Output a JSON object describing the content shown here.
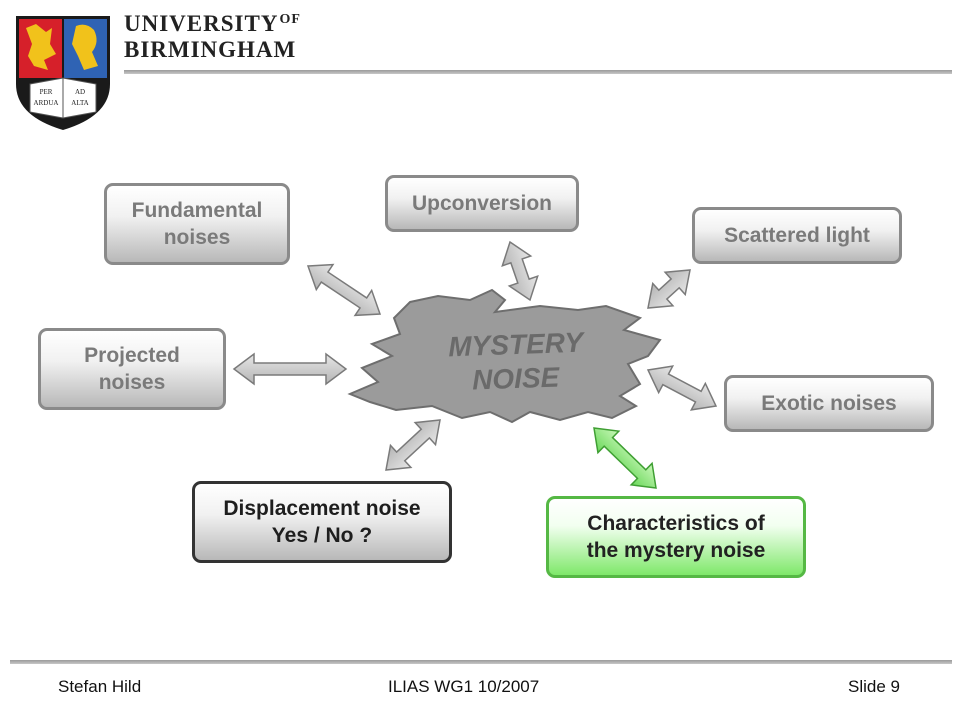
{
  "header": {
    "university_line1": "UNIVERSITY",
    "university_of": "OF",
    "university_line2": "BIRMINGHAM",
    "crest_motto_left": "PER ARDUA",
    "crest_motto_right": "AD ALTA"
  },
  "diagram": {
    "center_line1": "MYSTERY",
    "center_line2": "NOISE",
    "boxes": {
      "fundamental": "Fundamental\nnoises",
      "upconversion": "Upconversion",
      "scattered": "Scattered light",
      "projected": "Projected\nnoises",
      "exotic": "Exotic noises",
      "displacement": "Displacement noise\nYes / No ?",
      "characteristics": "Characteristics of\nthe mystery noise"
    },
    "colors": {
      "box_border_grey": "#8a8a8a",
      "box_border_dark": "#333333",
      "highlight_green": "#55b844",
      "blob_grey": "#9b9b9b",
      "arrow_grey": "#c4c4c4"
    }
  },
  "footer": {
    "author": "Stefan Hild",
    "event": "ILIAS WG1 10/2007",
    "slide": "Slide 9"
  }
}
